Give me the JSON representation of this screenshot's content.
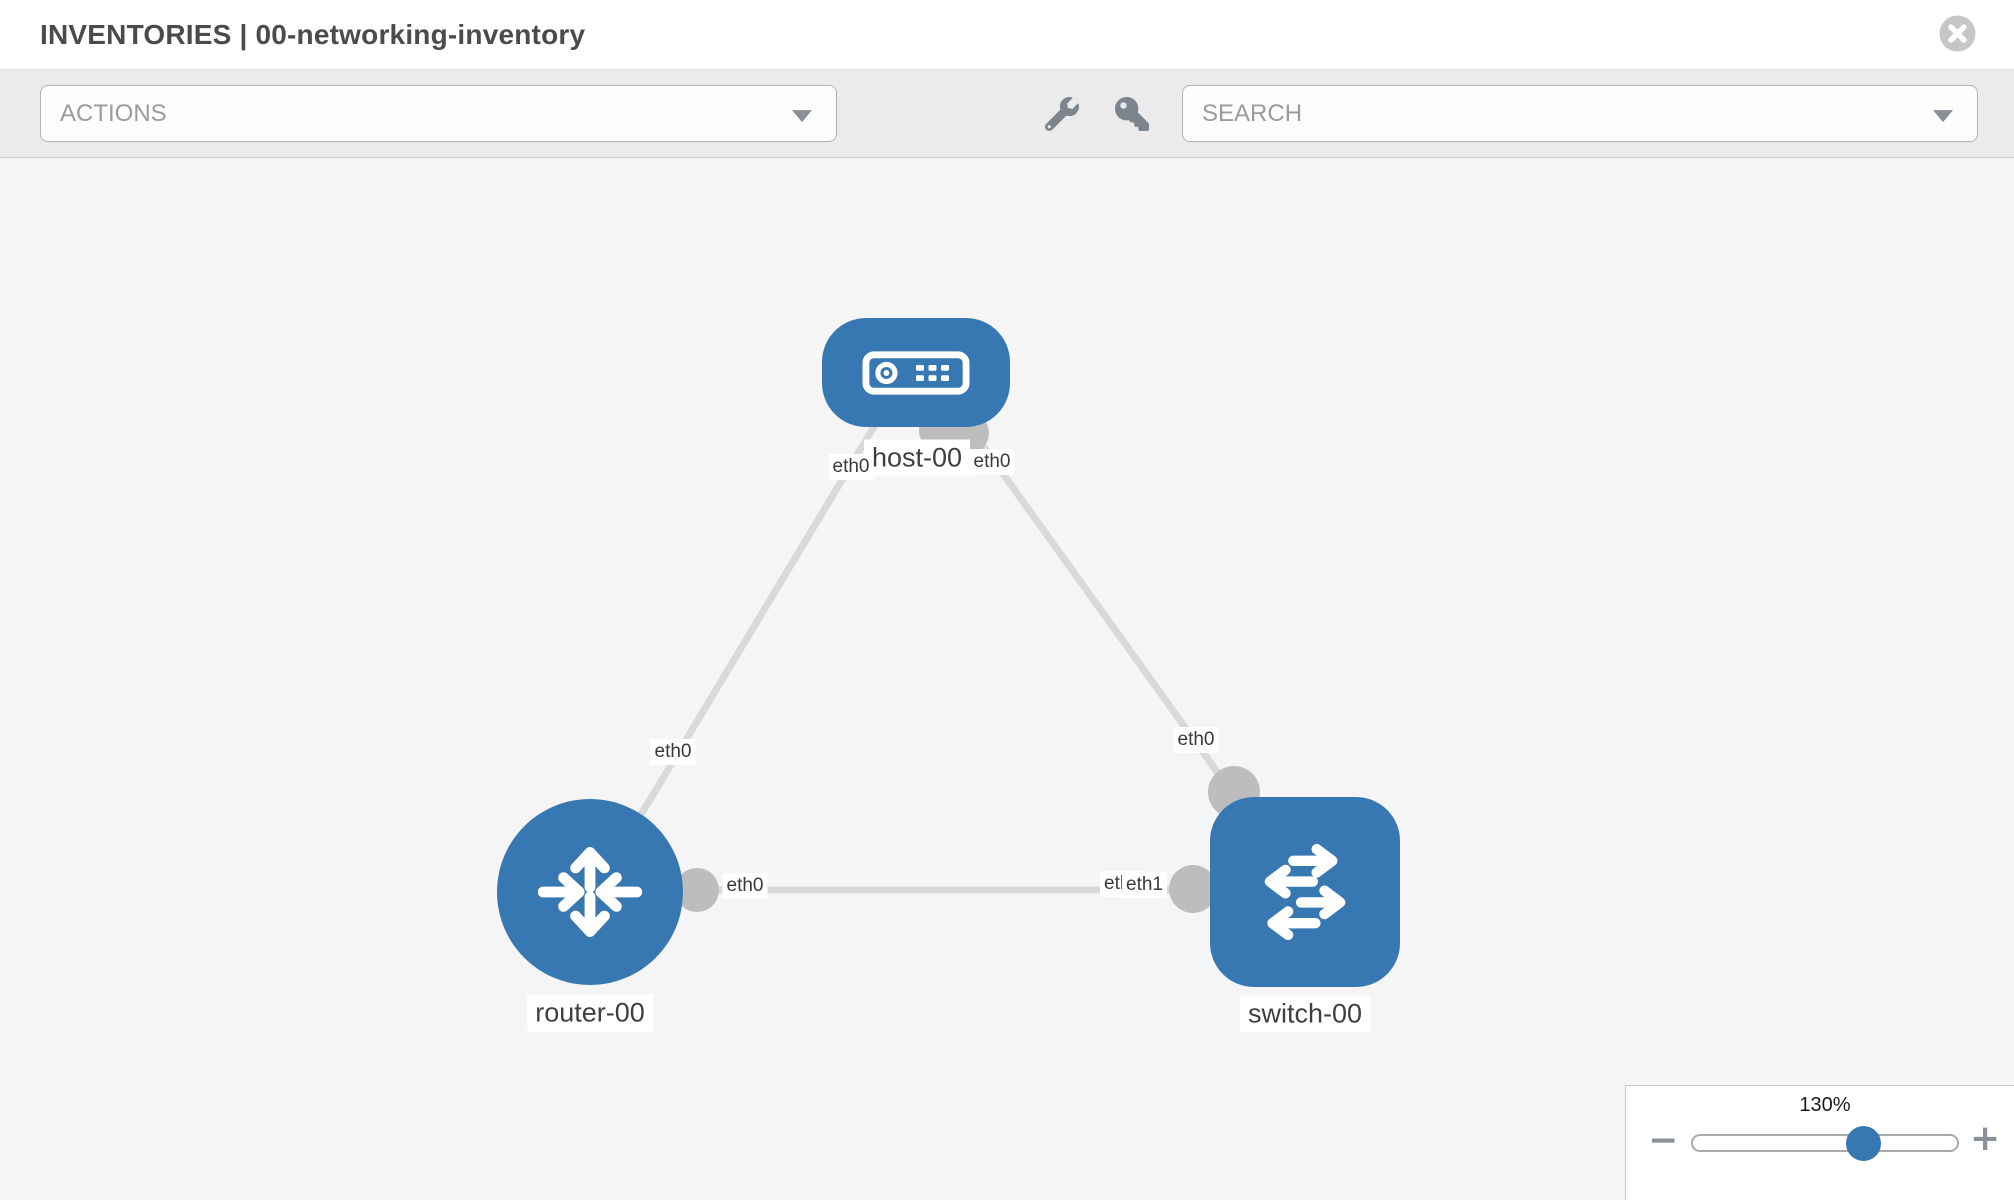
{
  "header": {
    "title": "INVENTORIES | 00-networking-inventory"
  },
  "toolbar": {
    "actions_label": "ACTIONS",
    "search_label": "SEARCH"
  },
  "topology": {
    "nodes": [
      {
        "name": "host-00",
        "type": "host"
      },
      {
        "name": "router-00",
        "type": "router"
      },
      {
        "name": "switch-00",
        "type": "switch"
      }
    ],
    "links": [
      {
        "from": "host-00",
        "to": "router-00",
        "from_interface": "eth0",
        "to_interface": "eth0"
      },
      {
        "from": "host-00",
        "to": "switch-00",
        "from_interface": "eth0",
        "to_interface": "eth0"
      },
      {
        "from": "router-00",
        "to": "switch-00",
        "from_interface": "eth0",
        "to_interface": "eth1"
      }
    ],
    "occluded_interface_label": "eth0"
  },
  "zoom": {
    "level": "130%",
    "minus": "−",
    "plus": "+"
  },
  "colors": {
    "node_blue": "#3878b2",
    "link_gray": "#d9d9d9",
    "port_gray": "#bdbdbd",
    "canvas_bg": "#f5f5f5",
    "toolbar_bg": "#ebebeb"
  }
}
